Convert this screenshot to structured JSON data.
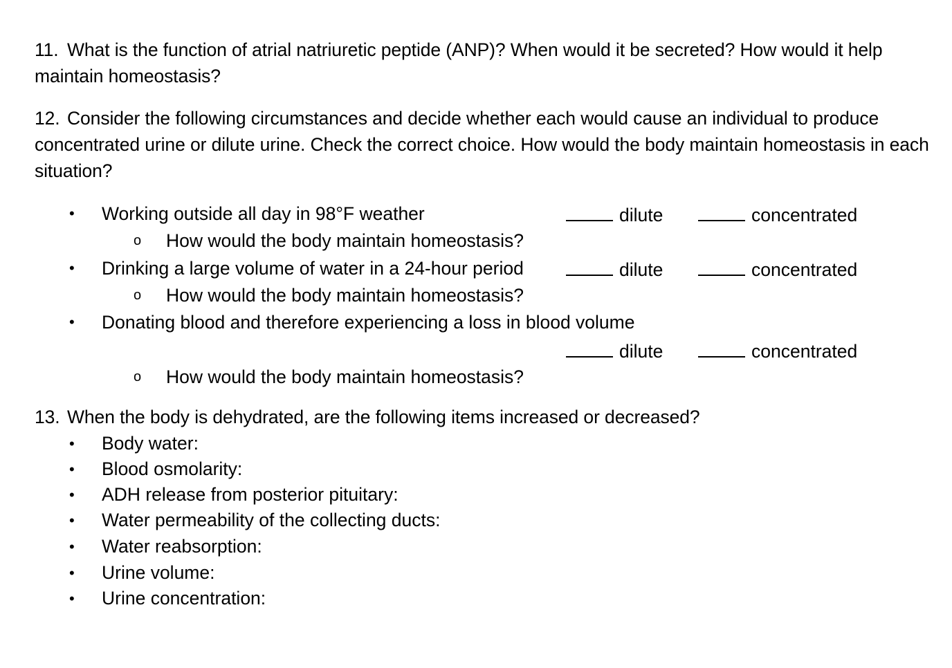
{
  "document": {
    "background_color": "#ffffff",
    "text_color": "#000000"
  },
  "questions": [
    {
      "number": "11.",
      "text": "What is the function of atrial natriuretic peptide (ANP)?  When would it be secreted?  How would it help maintain homeostasis?"
    },
    {
      "number": "12.",
      "text": "Consider the following circumstances and decide whether each would cause an individual to produce concentrated urine or dilute urine. Check the correct choice. How would the body maintain homeostasis in each situation?"
    },
    {
      "number": "13.",
      "text": "When the body is dehydrated, are the following items increased or decreased?"
    }
  ],
  "q12_items": [
    {
      "bullet": "•",
      "text": "Working outside all day in 98°F weather",
      "blanks_inline": true,
      "sub_marker": "o",
      "sub_text": "How would the body maintain homeostasis?"
    },
    {
      "bullet": "•",
      "text": "Drinking a large volume of water in a 24-hour period",
      "blanks_inline": true,
      "sub_marker": "o",
      "sub_text": "How would the body maintain homeostasis?"
    },
    {
      "bullet": "•",
      "text": "Donating blood and therefore experiencing a loss in blood volume",
      "blanks_inline": false,
      "sub_marker": "o",
      "sub_text": "How would the body maintain homeostasis?"
    }
  ],
  "choice_labels": {
    "dilute": "dilute",
    "concentrated": "concentrated",
    "blank_mark": "_____"
  },
  "q13_items": [
    {
      "bullet": "•",
      "text": "Body water:"
    },
    {
      "bullet": "•",
      "text": "Blood osmolarity:"
    },
    {
      "bullet": "•",
      "text": "ADH release from posterior pituitary:"
    },
    {
      "bullet": "•",
      "text": "Water permeability of the collecting ducts:"
    },
    {
      "bullet": "•",
      "text": "Water reabsorption:"
    },
    {
      "bullet": "•",
      "text": "Urine volume:"
    },
    {
      "bullet": "•",
      "text": "Urine concentration:"
    }
  ]
}
